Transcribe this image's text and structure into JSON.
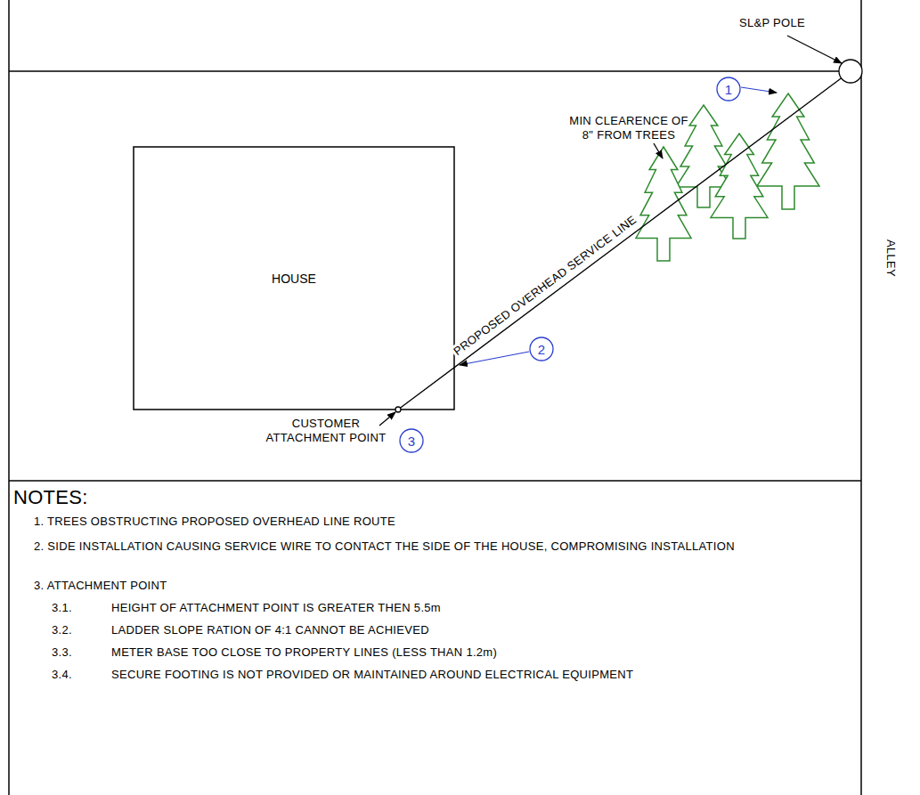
{
  "diagram": {
    "nodes": [
      {
        "text": [
          "HOUSE"
        ]
      },
      {
        "text": [
          "1"
        ]
      },
      {
        "text": [
          "2"
        ]
      },
      {
        "text": [
          "3"
        ]
      }
    ],
    "labels": [
      "SL&P POLE",
      "MIN CLEARENCE OF 8\" FROM TREES",
      "PROPOSED OVERHEAD SERVICE LINE",
      "CUSTOMER ATTACHMENT POINT",
      "ALLEY",
      "NOTES:",
      "1. TREES OBSTRUCTING PROPOSED OVERHEAD LINE ROUTE",
      "2. SIDE INSTALLATION CAUSING SERVICE WIRE TO CONTACT THE SIDE OF THE HOUSE, COMPROMISING INSTALLATION",
      "3. ATTACHMENT POINT",
      "3.1.",
      "HEIGHT OF ATTACHMENT POINT IS GREATER THEN 5.5m",
      "3.2.",
      "LADDER SLOPE RATION OF 4:1 CANNOT BE ACHIEVED",
      "3.3.",
      "METER BASE TOO CLOSE TO PROPERTY LINES (LESS THAN 1.2m)",
      "3.4.",
      "SECURE FOOTING IS NOT PROVIDED OR MAINTAINED AROUND ELECTRICAL EQUIPMENT"
    ]
  }
}
